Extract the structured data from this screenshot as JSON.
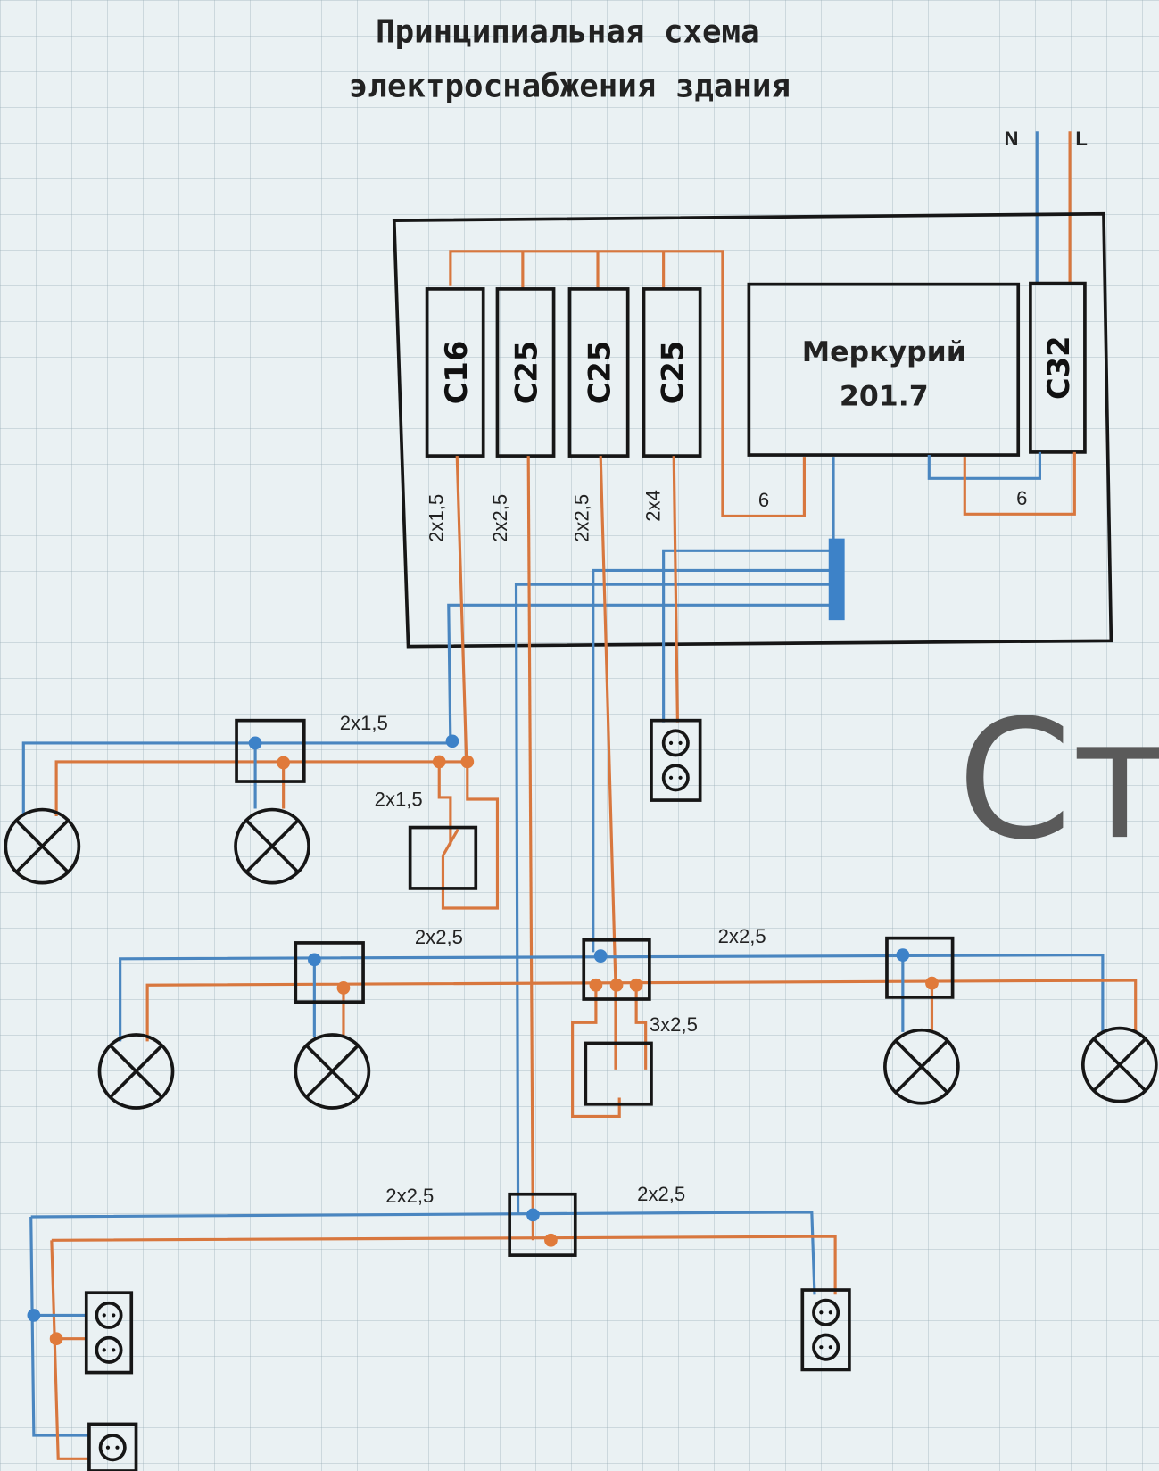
{
  "title": {
    "line1": "Принципиальная схема",
    "line2": "электроснабжения здания"
  },
  "supply": {
    "neutral_label": "N",
    "phase_label": "L"
  },
  "breakers": [
    {
      "label": "C16",
      "cable": "2x1,5"
    },
    {
      "label": "C25",
      "cable": "2x2,5"
    },
    {
      "label": "C25",
      "cable": "2x2,5"
    },
    {
      "label": "C25",
      "cable": "2x4"
    }
  ],
  "meter": {
    "line1": "Меркурий",
    "line2": "201.7"
  },
  "main_breaker": {
    "label": "C32"
  },
  "panel_wire_labels": {
    "meter_in": "6",
    "main_out": "6"
  },
  "cable_labels": {
    "lighting_1": "2x1,5",
    "switch_1": "2x1,5",
    "lighting_2_left": "2x2,5",
    "lighting_2_right": "2x2,5",
    "switch_2": "3x2,5",
    "sockets_left": "2x2,5",
    "sockets_right": "2x2,5"
  },
  "background_text": "Ст",
  "colors": {
    "neutral": "#4a86c0",
    "phase": "#d8773e",
    "lines": "#161616"
  }
}
